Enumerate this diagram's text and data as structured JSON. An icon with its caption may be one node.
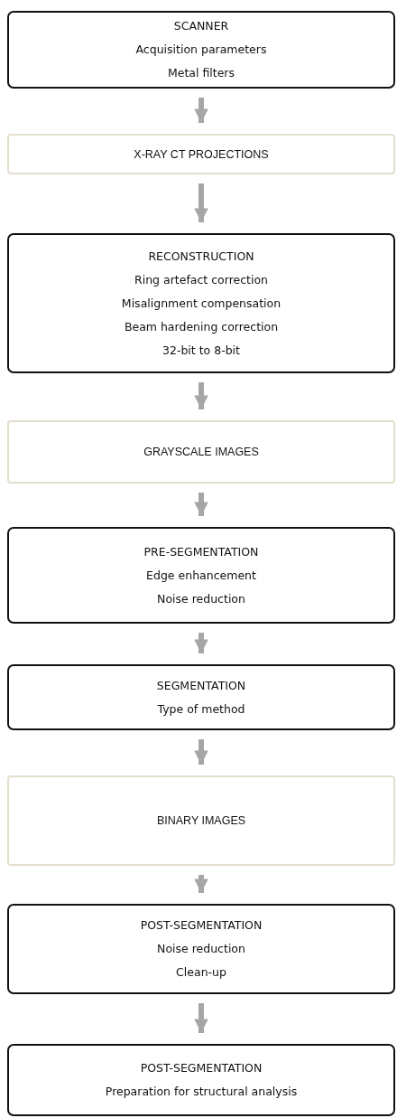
{
  "diagram": {
    "nodes": [
      {
        "text": [
          "SCANNER",
          "Acquisition parameters",
          "Metal filters"
        ]
      },
      {
        "text": [
          "X-RAY CT PROJECTIONS"
        ]
      },
      {
        "text": [
          "RECONSTRUCTION",
          "Ring artefact correction",
          "Misalignment compensation",
          "Beam hardening correction",
          "32-bit to 8-bit"
        ]
      },
      {
        "text": [
          "GRAYSCALE IMAGES"
        ]
      },
      {
        "text": [
          "PRE-SEGMENTATION",
          "Edge enhancement",
          "Noise reduction"
        ]
      },
      {
        "text": [
          "SEGMENTATION",
          "Type of method"
        ]
      },
      {
        "text": [
          "BINARY IMAGES"
        ]
      },
      {
        "text": [
          "POST-SEGMENTATION",
          "Noise reduction",
          "Clean-up"
        ]
      },
      {
        "text": [
          "POST-SEGMENTATION",
          "Preparation for structural analysis"
        ]
      }
    ],
    "edges": [
      {
        "from": 0,
        "to": 1,
        "arrow": "to"
      },
      {
        "from": 1,
        "to": 2,
        "arrow": "to"
      },
      {
        "from": 2,
        "to": 3,
        "arrow": "to"
      },
      {
        "from": 3,
        "to": 4,
        "arrow": "to"
      },
      {
        "from": 4,
        "to": 5,
        "arrow": "to"
      },
      {
        "from": 5,
        "to": 6,
        "arrow": "to"
      },
      {
        "from": 6,
        "to": 7,
        "arrow": "to"
      },
      {
        "from": 7,
        "to": 8,
        "arrow": "to"
      }
    ]
  }
}
